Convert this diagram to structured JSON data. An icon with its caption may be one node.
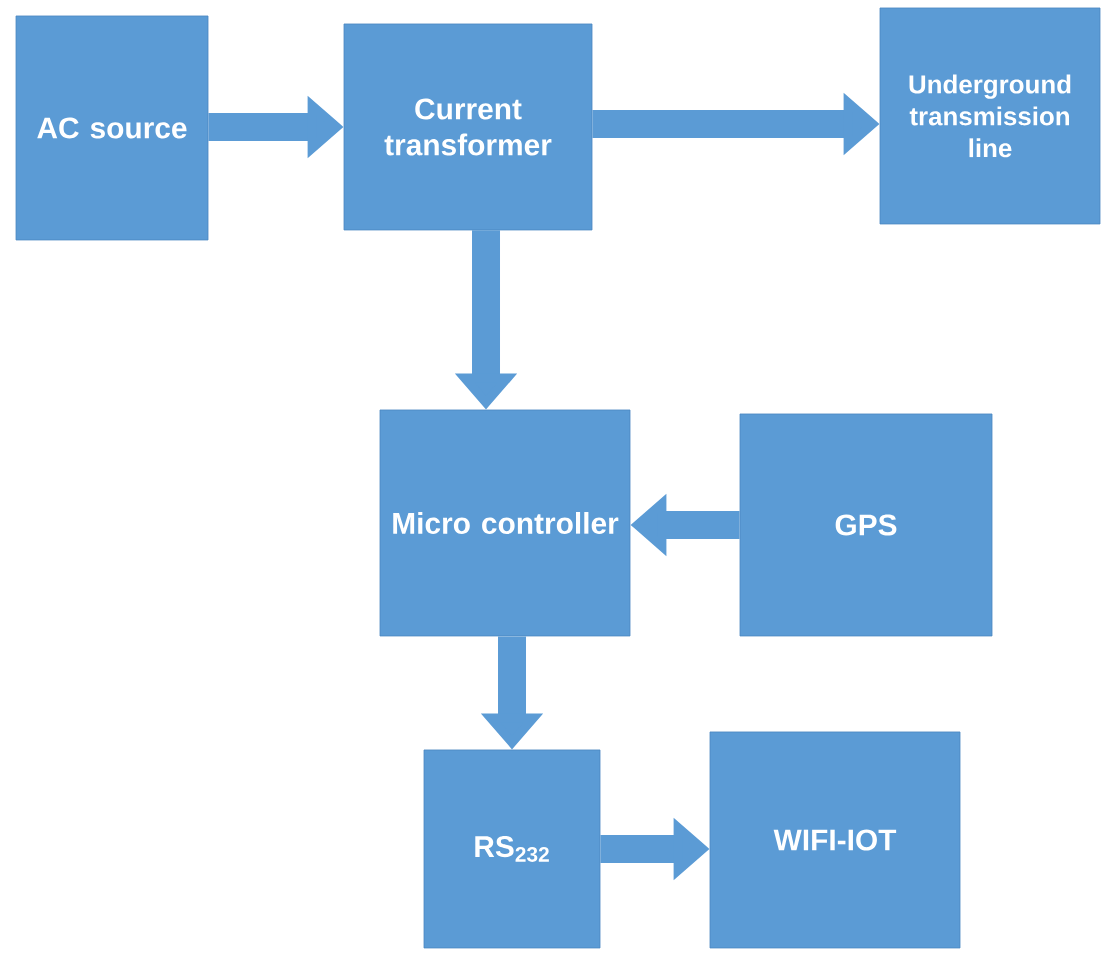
{
  "diagram": {
    "nodes": [
      {
        "text": [
          "AC source"
        ]
      },
      {
        "text": [
          "Current transformer"
        ]
      },
      {
        "text": [
          "Underground transmission line"
        ]
      },
      {
        "text": [
          "Micro controller"
        ]
      },
      {
        "text": [
          "GPS"
        ]
      },
      {
        "text": [
          "RS$_{232}$"
        ]
      },
      {
        "text": [
          "WIFI-IOT"
        ]
      }
    ],
    "edges": [
      {
        "from": 0,
        "to": 1,
        "arrow": "to"
      },
      {
        "from": 1,
        "to": 2,
        "arrow": "to"
      },
      {
        "from": 1,
        "to": 3,
        "arrow": "to"
      },
      {
        "from": 4,
        "to": 3,
        "arrow": "to"
      },
      {
        "from": 3,
        "to": 5,
        "arrow": "to"
      },
      {
        "from": 5,
        "to": 6,
        "arrow": "to"
      }
    ]
  }
}
